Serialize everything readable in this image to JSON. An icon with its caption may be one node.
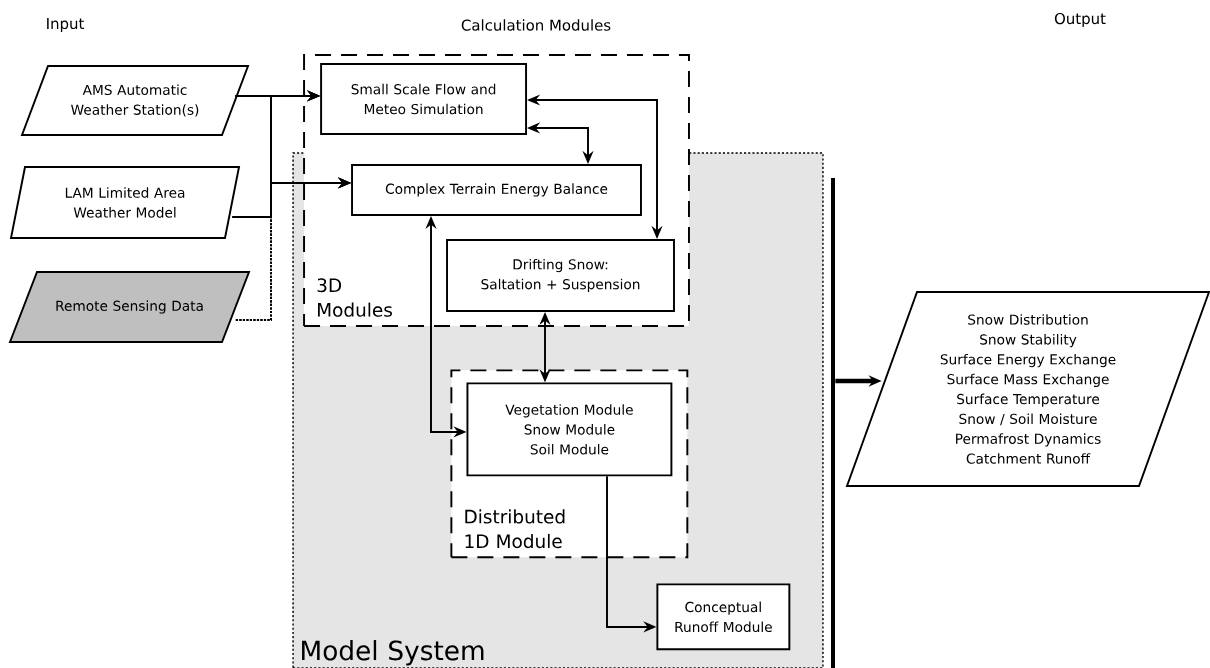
{
  "diagram": {
    "nodes": [
      {
        "text": [
          "AMS Automatic Weather Station(s)"
        ]
      },
      {
        "text": [
          "LAM Limited Area Weather Model"
        ]
      },
      {
        "text": [
          "Remote Sensing Data"
        ]
      },
      {
        "text": [
          "3D Modules"
        ]
      },
      {
        "text": [
          "Small Scale Flow and Meteo Simulation"
        ],
        "in": 3
      },
      {
        "text": [
          "Complex Terrain Energy Balance"
        ]
      },
      {
        "text": [
          "Drifting Snow: Saltation + Suspension"
        ]
      },
      {
        "text": [
          "Model System"
        ]
      },
      {
        "text": [
          "Distributed 1D Module"
        ],
        "in": 7
      },
      {
        "text": [
          "Vegetation Module",
          "Snow Module",
          "Soil Module"
        ],
        "in": 8
      },
      {
        "text": [
          "Conceptual Runoff Module"
        ],
        "in": 7
      },
      {
        "text": [],
        "shape": "bar"
      },
      {
        "text": [
          "Snow Distribution",
          "Snow Stability",
          "Surface Energy Exchange",
          "Surface Mass Exchange",
          "Surface Temperature",
          "Snow / Soil Moisture",
          "Permafrost Dynamics",
          "Catchment Runoff"
        ]
      }
    ],
    "edges": [
      {
        "from": 2,
        "to": 4,
        "arrow": "to",
        "style": "dashed"
      },
      {
        "from": 2,
        "to": 5,
        "arrow": "to",
        "style": "dashed"
      },
      {
        "from": 0,
        "to": 4,
        "arrow": "to"
      },
      {
        "from": 0,
        "to": 5,
        "arrow": "to"
      },
      {
        "from": 1,
        "to": 4,
        "arrow": "to"
      },
      {
        "from": 1,
        "to": 5,
        "arrow": "to"
      },
      {
        "from": 4,
        "to": 6,
        "arrow": "both"
      },
      {
        "from": 4,
        "to": 5,
        "arrow": "both"
      },
      {
        "from": 5,
        "to": 9,
        "arrow": "both"
      },
      {
        "from": 6,
        "to": 9,
        "arrow": "both"
      },
      {
        "from": 9,
        "to": 10,
        "arrow": "to"
      },
      {
        "from": 11,
        "to": 12,
        "arrow": "to",
        "style": "thick"
      }
    ],
    "labels": [
      "Input",
      "Calculation Modules",
      "Output"
    ]
  }
}
